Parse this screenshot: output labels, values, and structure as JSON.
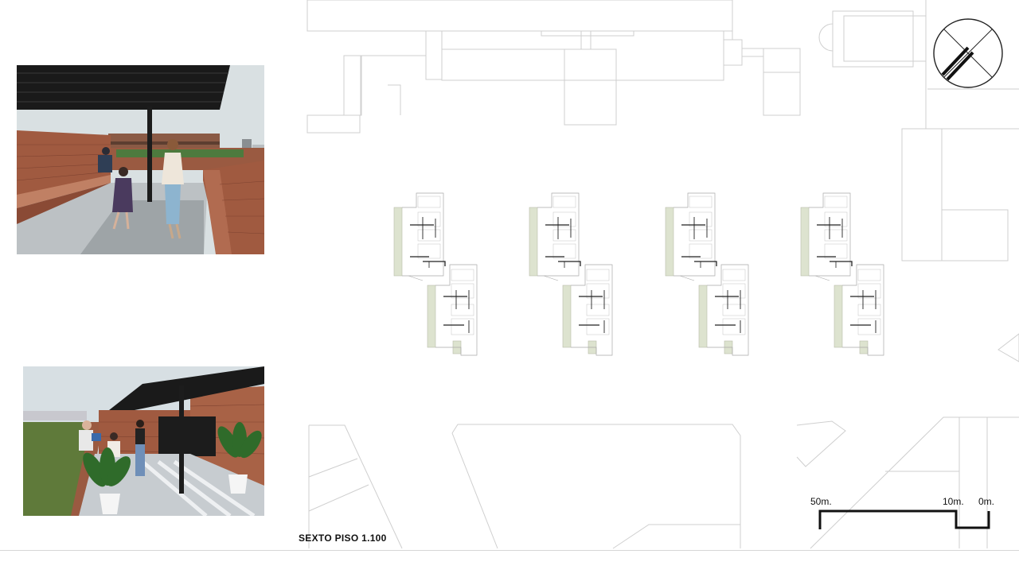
{
  "plan": {
    "title": "SEXTO PISO 1.100"
  },
  "scale_bar": {
    "labels": [
      "50m.",
      "10m.",
      "0m."
    ]
  },
  "north_arrow": {
    "icon": "north-arrow-icon"
  },
  "renders": {
    "top": {
      "icon": "rooftop-terrace-render-image"
    },
    "bottom": {
      "icon": "rooftop-garden-render-image"
    }
  },
  "colors": {
    "line": "#c9c9c9",
    "plan_line": "#9a9a9a",
    "brick": "#8a4a35",
    "roof": "#1a1a1a",
    "floor": "#bcc1c4",
    "sky": "#d9e0e2",
    "accent_green": "#dde3cf",
    "lawn": "#5f7a3a"
  }
}
